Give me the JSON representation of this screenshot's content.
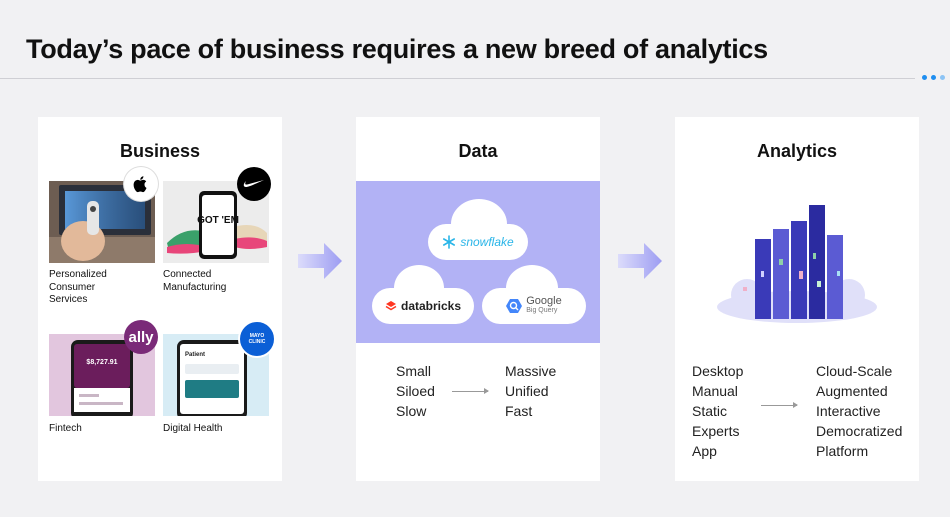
{
  "header": {
    "title": "Today’s pace of business requires a new breed of analytics"
  },
  "colors": {
    "accent_blue": "#1f8ef0",
    "data_band": "#b2b2f5",
    "arrow": "#a7a7f3",
    "analytics_blue": "#3a3ab8"
  },
  "business": {
    "title": "Business",
    "tiles": [
      {
        "caption": "Personalized\nConsumer\nServices",
        "badge_icon": "apple-logo-icon"
      },
      {
        "caption": "Connected\nManufacturing",
        "badge_icon": "nike-swoosh-icon"
      },
      {
        "caption": "Fintech",
        "badge_text": "ally",
        "screen_text": "$8,727.91"
      },
      {
        "caption": "Digital Health",
        "badge_text": "MAYO CLINIC",
        "screen_text": "Patient"
      }
    ],
    "shoe_box_text": "GOT 'EM"
  },
  "data": {
    "title": "Data",
    "clouds": [
      {
        "label": "snowflake",
        "icon": "snowflake-icon"
      },
      {
        "label": "databricks",
        "icon": "databricks-icon"
      },
      {
        "label": "Google",
        "sublabel": "Big Query",
        "icon": "bigquery-icon"
      }
    ],
    "from": [
      "Small",
      "Siloed",
      "Slow"
    ],
    "to": [
      "Massive",
      "Unified",
      "Fast"
    ]
  },
  "analytics": {
    "title": "Analytics",
    "from": [
      "Desktop",
      "Manual",
      "Static",
      "Experts",
      "App"
    ],
    "to": [
      "Cloud-Scale",
      "Augmented",
      "Interactive",
      "Democratized",
      "Platform"
    ]
  }
}
